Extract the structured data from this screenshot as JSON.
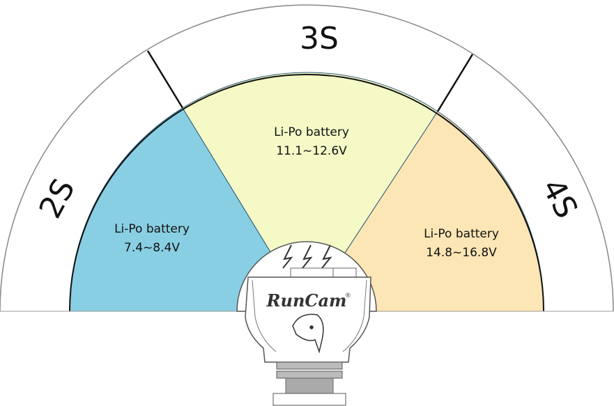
{
  "rings": {
    "left": "2S",
    "top": "3S",
    "right": "4S"
  },
  "segments": [
    {
      "title": "Li-Po battery",
      "range": "7.4~8.4V",
      "color": "#89cfe3"
    },
    {
      "title": "Li-Po battery",
      "range": "11.1~12.6V",
      "color": "#f5f9c6"
    },
    {
      "title": "Li-Po battery",
      "range": "14.8~16.8V",
      "color": "#fce6b5"
    }
  ],
  "camera": {
    "brand": "RunCam",
    "mark": "®"
  }
}
